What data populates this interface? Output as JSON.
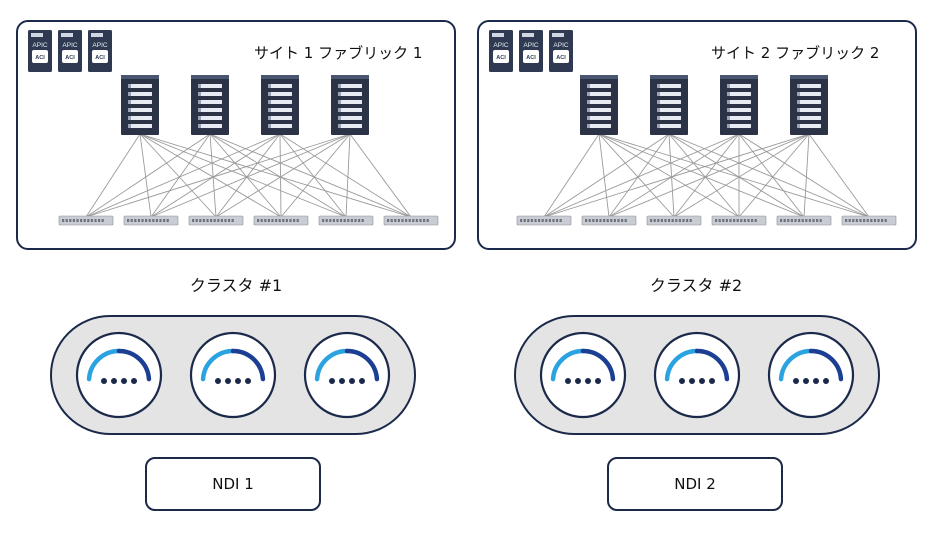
{
  "sites": [
    {
      "title": "サイト 1 ファブリック 1",
      "cluster_label": "クラスタ #1",
      "ndi_label": "NDI 1"
    },
    {
      "title": "サイト 2 ファブリック 2",
      "cluster_label": "クラスタ #2",
      "ndi_label": "NDI 2"
    }
  ],
  "apic": {
    "label": "APIC",
    "badge": "ACI",
    "count": 3
  },
  "spine_count": 4,
  "leaf_count": 6,
  "nodes_per_cluster": 3,
  "colors": {
    "border": "#1b2a4a",
    "cluster_fill": "#e4e4e4",
    "spine_dark": "#2c3347",
    "arc_light": "#2aa3e0",
    "arc_dark": "#1c3f94",
    "link": "#9a9a9a"
  },
  "icons": [
    "apic-controller-icon",
    "spine-switch-icon",
    "leaf-switch-icon",
    "ndi-node-icon"
  ]
}
